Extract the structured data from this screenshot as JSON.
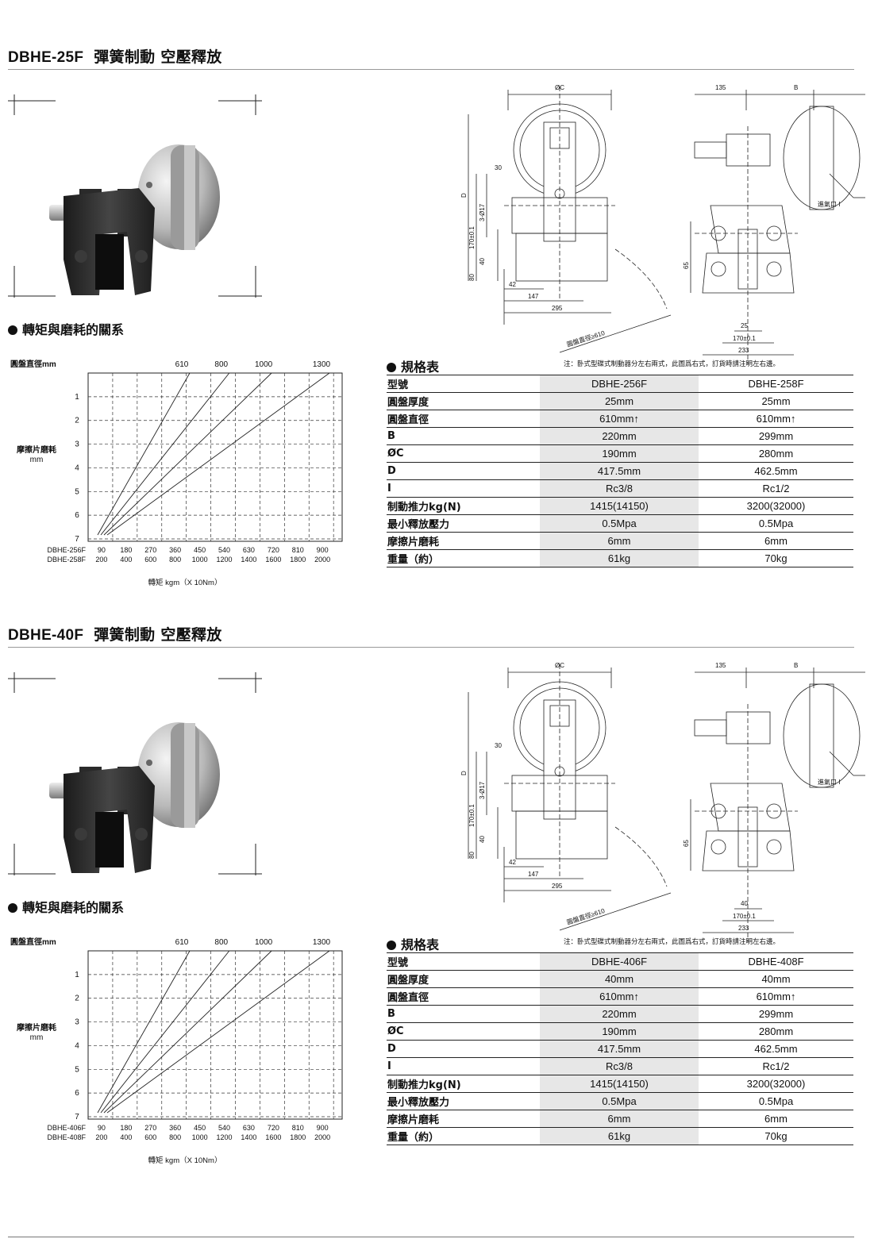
{
  "sections": [
    {
      "title_model": "DBHE-25F",
      "title_text": "彈簧制動 空壓釋放",
      "drawing": {
        "dims_front": [
          "ØC",
          "D",
          "170±0.1",
          "3-Ø17",
          "30",
          "40",
          "80",
          "42",
          "147",
          "295"
        ],
        "dims_side": [
          "135",
          "B",
          "65",
          "25",
          "170±0.1",
          "233"
        ],
        "inlet_label": "進氣口 I",
        "disc_label": "圓盤直徑≥610",
        "note": "注：卧式型碟式制動器分左右兩式，此圖爲右式，訂貨時請注明左右邊。"
      },
      "chart_heading": "轉矩與磨耗的關系",
      "chart_data": {
        "type": "line",
        "title": "",
        "disc_axis_label": "圓盤直徑mm",
        "disc_values": [
          "610",
          "800",
          "1000",
          "1300"
        ],
        "ylabel": "摩擦片磨耗\nmm",
        "yticks": [
          "1",
          "2",
          "3",
          "4",
          "5",
          "6",
          "7"
        ],
        "ylim": [
          0,
          7
        ],
        "ydirection": "down",
        "xlabel": "轉矩 kgm（X 10Nm）",
        "xlim": [
          0,
          900
        ],
        "x_rows": [
          {
            "name": "DBHE-256F",
            "ticks": [
              "90",
              "180",
              "270",
              "360",
              "450",
              "540",
              "630",
              "720",
              "810",
              "900"
            ]
          },
          {
            "name": "DBHE-258F",
            "ticks": [
              "200",
              "400",
              "600",
              "800",
              "1000",
              "1200",
              "1400",
              "1600",
              "1800",
              "2000"
            ]
          }
        ],
        "grid": true,
        "series": [
          {
            "name": "610",
            "x": [
              0,
              360
            ],
            "y": [
              7,
              0
            ]
          },
          {
            "name": "800",
            "x": [
              0,
              500
            ],
            "y": [
              7,
              0
            ]
          },
          {
            "name": "1000",
            "x": [
              0,
              650
            ],
            "y": [
              7,
              0
            ]
          },
          {
            "name": "1300",
            "x": [
              0,
              855
            ],
            "y": [
              7,
              0
            ]
          }
        ]
      },
      "spec_heading": "規格表",
      "spec_rows": [
        [
          "型號",
          "DBHE-256F",
          "DBHE-258F"
        ],
        [
          "圓盤厚度",
          "25mm",
          "25mm"
        ],
        [
          "圓盤直徑",
          "610mm↑",
          "610mm↑"
        ],
        [
          "B",
          "220mm",
          "299mm"
        ],
        [
          "ØC",
          "190mm",
          "280mm"
        ],
        [
          "D",
          "417.5mm",
          "462.5mm"
        ],
        [
          "I",
          "Rc3/8",
          "Rc1/2"
        ],
        [
          "制動推力kg(N)",
          "1415(14150)",
          "3200(32000)"
        ],
        [
          "最小釋放壓力",
          "0.5Mpa",
          "0.5Mpa"
        ],
        [
          "摩擦片磨耗",
          "6mm",
          "6mm"
        ],
        [
          "重量（約）",
          "61kg",
          "70kg"
        ]
      ]
    },
    {
      "title_model": "DBHE-40F",
      "title_text": "彈簧制動 空壓釋放",
      "drawing": {
        "dims_front": [
          "ØC",
          "D",
          "170±0.1",
          "3-Ø17",
          "30",
          "40",
          "80",
          "42",
          "147",
          "295"
        ],
        "dims_side": [
          "135",
          "B",
          "65",
          "40",
          "170±0.1",
          "233"
        ],
        "inlet_label": "進氣口 I",
        "disc_label": "圓盤直徑≥610",
        "note": "注：卧式型碟式制動器分左右兩式，此圖爲右式，訂貨時請注明左右邊。"
      },
      "chart_heading": "轉矩與磨耗的關系",
      "chart_data": {
        "type": "line",
        "title": "",
        "disc_axis_label": "圓盤直徑mm",
        "disc_values": [
          "610",
          "800",
          "1000",
          "1300"
        ],
        "ylabel": "摩擦片磨耗\nmm",
        "yticks": [
          "1",
          "2",
          "3",
          "4",
          "5",
          "6",
          "7"
        ],
        "ylim": [
          0,
          7
        ],
        "ydirection": "down",
        "xlabel": "轉矩 kgm（X 10Nm）",
        "xlim": [
          0,
          900
        ],
        "x_rows": [
          {
            "name": "DBHE-406F",
            "ticks": [
              "90",
              "180",
              "270",
              "360",
              "450",
              "540",
              "630",
              "720",
              "810",
              "900"
            ]
          },
          {
            "name": "DBHE-408F",
            "ticks": [
              "200",
              "400",
              "600",
              "800",
              "1000",
              "1200",
              "1400",
              "1600",
              "1800",
              "2000"
            ]
          }
        ],
        "grid": true,
        "series": [
          {
            "name": "610",
            "x": [
              0,
              360
            ],
            "y": [
              7,
              0
            ]
          },
          {
            "name": "800",
            "x": [
              0,
              500
            ],
            "y": [
              7,
              0
            ]
          },
          {
            "name": "1000",
            "x": [
              0,
              650
            ],
            "y": [
              7,
              0
            ]
          },
          {
            "name": "1300",
            "x": [
              0,
              855
            ],
            "y": [
              7,
              0
            ]
          }
        ]
      },
      "spec_heading": "規格表",
      "spec_rows": [
        [
          "型號",
          "DBHE-406F",
          "DBHE-408F"
        ],
        [
          "圓盤厚度",
          "40mm",
          "40mm"
        ],
        [
          "圓盤直徑",
          "610mm↑",
          "610mm↑"
        ],
        [
          "B",
          "220mm",
          "299mm"
        ],
        [
          "ØC",
          "190mm",
          "280mm"
        ],
        [
          "D",
          "417.5mm",
          "462.5mm"
        ],
        [
          "I",
          "Rc3/8",
          "Rc1/2"
        ],
        [
          "制動推力kg(N)",
          "1415(14150)",
          "3200(32000)"
        ],
        [
          "最小釋放壓力",
          "0.5Mpa",
          "0.5Mpa"
        ],
        [
          "摩擦片磨耗",
          "6mm",
          "6mm"
        ],
        [
          "重量（約）",
          "61kg",
          "70kg"
        ]
      ]
    }
  ]
}
